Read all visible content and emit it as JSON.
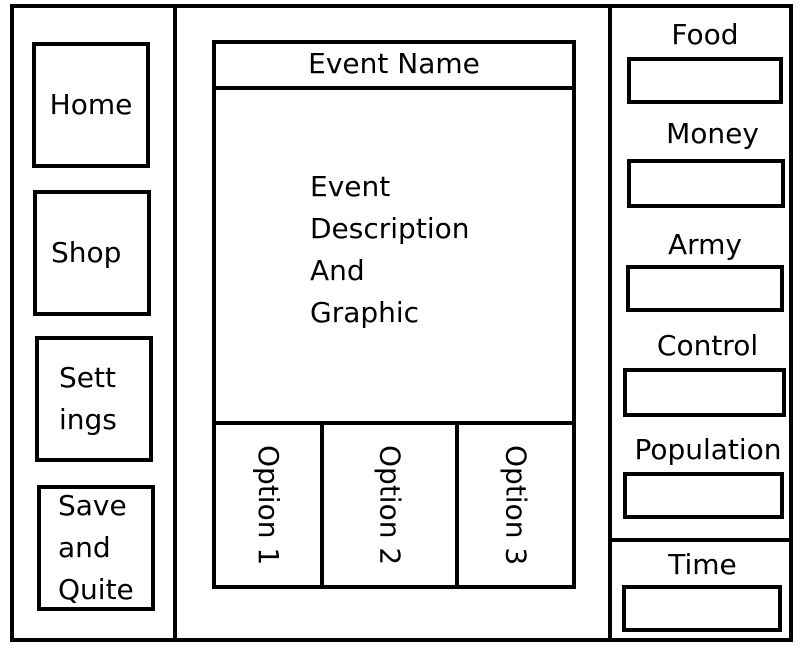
{
  "nav": {
    "home": "Home",
    "shop": "Shop",
    "settings_line1": "Sett",
    "settings_line2": "ings",
    "save_line1": "Save",
    "save_line2": "and",
    "save_line3": "Quite"
  },
  "event": {
    "name": "Event Name",
    "desc_line1": "Event",
    "desc_line2": "Description",
    "desc_line3": "And",
    "desc_line4": "Graphic",
    "options": [
      "Option 1",
      "Option 2",
      "Option 3"
    ]
  },
  "stats": {
    "food": "Food",
    "money": "Money",
    "army": "Army",
    "control": "Control",
    "population": "Population",
    "time": "Time"
  }
}
